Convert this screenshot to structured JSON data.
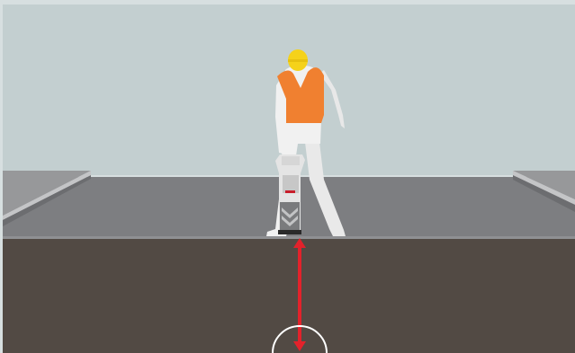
{
  "scene": {
    "colors": {
      "sky": "#c3cfd0",
      "road": "#7d7e81",
      "road_edge": "#8f9093",
      "sidewalk": "#97989a",
      "ground": "#524a44",
      "vest": "#f08030",
      "helmet": "#f5d21a",
      "figure": "#f1f1f1",
      "depth_arrow": "#e3222b",
      "cable_ring": "#ffffff"
    },
    "icons": [
      "worker-figure",
      "cable-locator-device",
      "depth-arrow-icon",
      "buried-cable-marker"
    ]
  }
}
